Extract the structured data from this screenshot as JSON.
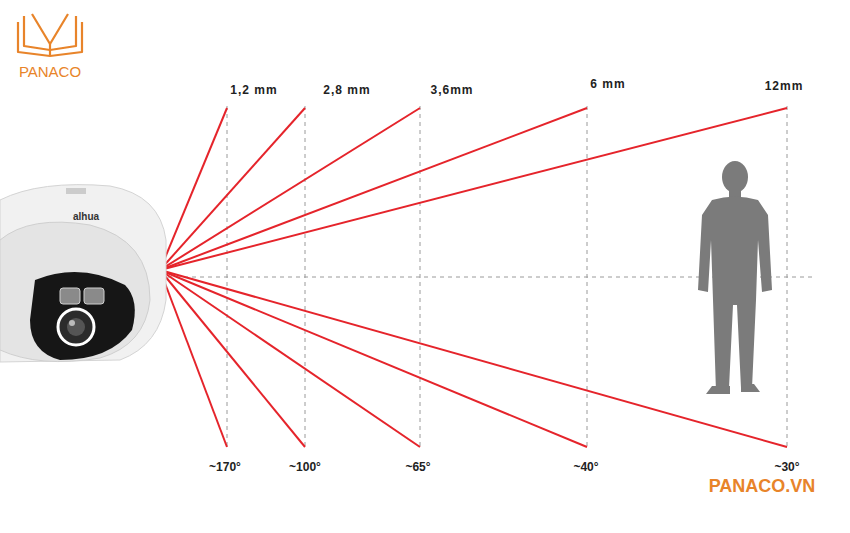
{
  "diagram": {
    "labels": [
      "PANACO",
      "alhua",
      "1,2 mm",
      "2,8 mm",
      "3,6mm",
      "6 mm",
      "12mm",
      "~170°",
      "~100°",
      "~65°",
      "~40°",
      "~30°",
      "PANACO.VN"
    ]
  }
}
